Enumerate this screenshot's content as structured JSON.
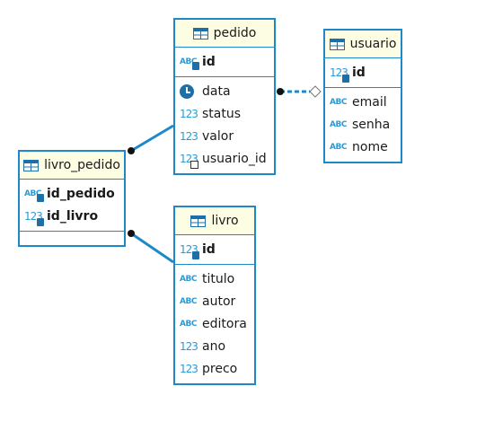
{
  "entities": {
    "pedido": {
      "title": "pedido",
      "pk": [
        {
          "name": "id",
          "type": "ABC",
          "key": true
        }
      ],
      "columns": [
        {
          "name": "data",
          "type": "clock"
        },
        {
          "name": "status",
          "type": "123"
        },
        {
          "name": "valor",
          "type": "123"
        },
        {
          "name": "usuario_id",
          "type": "123"
        }
      ]
    },
    "usuario": {
      "title": "usuario",
      "pk": [
        {
          "name": "id",
          "type": "123",
          "key": true
        }
      ],
      "columns": [
        {
          "name": "email",
          "type": "ABC"
        },
        {
          "name": "senha",
          "type": "ABC"
        },
        {
          "name": "nome",
          "type": "ABC"
        }
      ]
    },
    "livro_pedido": {
      "title": "livro_pedido",
      "pk": [
        {
          "name": "id_pedido",
          "type": "ABC",
          "key": true
        },
        {
          "name": "id_livro",
          "type": "123",
          "key": true
        }
      ],
      "columns": []
    },
    "livro": {
      "title": "livro",
      "pk": [
        {
          "name": "id",
          "type": "123",
          "key": true
        }
      ],
      "columns": [
        {
          "name": "titulo",
          "type": "ABC"
        },
        {
          "name": "autor",
          "type": "ABC"
        },
        {
          "name": "editora",
          "type": "ABC"
        },
        {
          "name": "ano",
          "type": "123"
        },
        {
          "name": "preco",
          "type": "123"
        }
      ]
    }
  },
  "relationships": [
    {
      "from": "pedido",
      "to": "usuario",
      "style": "dashed"
    },
    {
      "from": "livro_pedido",
      "to": "pedido",
      "style": "solid"
    },
    {
      "from": "livro_pedido",
      "to": "livro",
      "style": "solid"
    }
  ],
  "colors": {
    "border": "#1e88c8",
    "header_bg": "#fdfde3",
    "type_icon": "#2a9bd6"
  }
}
